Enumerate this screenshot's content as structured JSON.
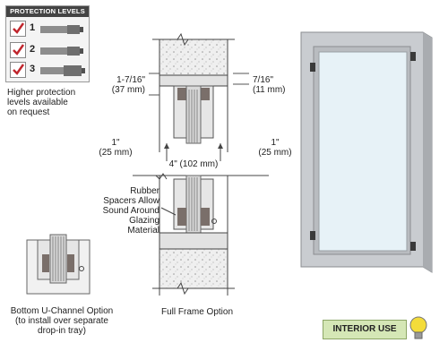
{
  "protection": {
    "header": "PROTECTION LEVELS",
    "levels": [
      "1",
      "2",
      "3"
    ],
    "note": [
      "Higher protection",
      "levels available",
      "on request"
    ]
  },
  "dimensions": {
    "top_left": [
      "1-7/16\"",
      "(37 mm)"
    ],
    "top_right": [
      "7/16\"",
      "(11 mm)"
    ],
    "mid_left": [
      "1\"",
      "(25 mm)"
    ],
    "mid_right": [
      "1\"",
      "(25 mm)"
    ],
    "width": "4\" (102 mm)"
  },
  "rubber_note": [
    "Rubber",
    "Spacers Allow",
    "Sound Around",
    "Glazing",
    "Material"
  ],
  "captions": {
    "bottom_option": [
      "Bottom U-Channel Option",
      "(to install over separate",
      "drop-in tray)"
    ],
    "full_frame": "Full Frame Option"
  },
  "badge": "INTERIOR USE",
  "colors": {
    "frame": "#c9ccd0",
    "glass": "#e7f2f7",
    "gasket": "#7a6f6a",
    "badge": "#d5e7b6",
    "bulb": "#f4dc3a"
  }
}
